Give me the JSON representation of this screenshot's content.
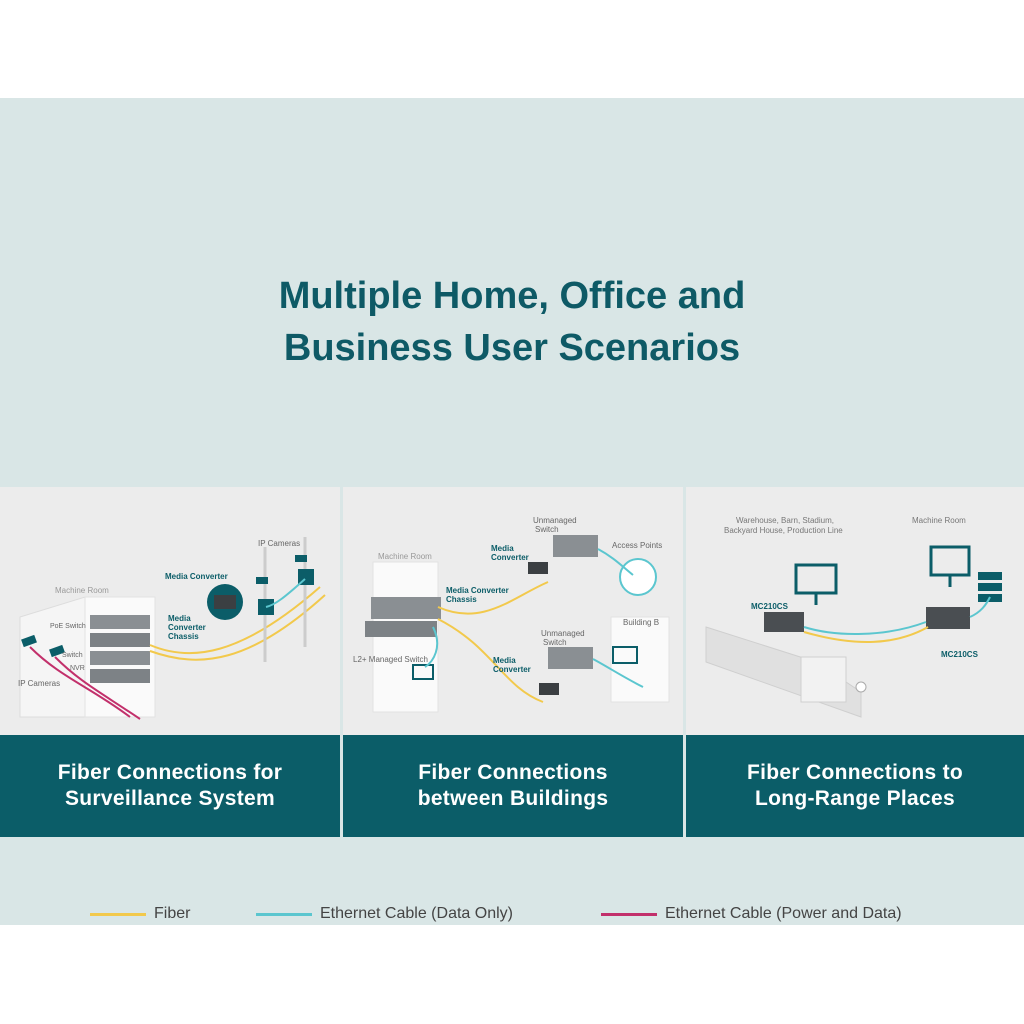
{
  "headline": {
    "line1": "Multiple Home, Office and",
    "line2": "Business User Scenarios"
  },
  "panels": [
    {
      "caption": [
        "Fiber Connections for",
        "Surveillance System"
      ],
      "labels": {
        "machine_room": "Machine Room",
        "poe_switch": "PoE Switch",
        "switch": "Switch",
        "nvr": "NVR",
        "ip_cameras_left": "IP Cameras",
        "ip_cameras_right": "IP Cameras",
        "media_converter": "Media Converter",
        "chassis_line1": "Media",
        "chassis_line2": "Converter",
        "chassis_line3": "Chassis"
      }
    },
    {
      "caption": [
        "Fiber Connections",
        "between Buildings"
      ],
      "labels": {
        "machine_room": "Machine Room",
        "chassis_line1": "Media Converter",
        "chassis_line2": "Chassis",
        "l2_switch": "L2+ Managed Switch",
        "unmanaged_top_1": "Unmanaged",
        "unmanaged_top_2": "Switch",
        "media_top_1": "Media",
        "media_top_2": "Converter",
        "access_points": "Access Points",
        "unmanaged_bottom_1": "Unmanaged",
        "unmanaged_bottom_2": "Switch",
        "media_bottom_1": "Media",
        "media_bottom_2": "Converter",
        "building_b": "Building B"
      }
    },
    {
      "caption": [
        "Fiber Connections to",
        "Long-Range Places"
      ],
      "labels": {
        "warehouse_1": "Warehouse, Barn, Stadium,",
        "warehouse_2": "Backyard House, Production Line",
        "machine_room": "Machine Room",
        "mc_left": "MC210CS",
        "mc_right": "MC210CS"
      }
    }
  ],
  "legend": [
    {
      "label": "Fiber",
      "color": "#f2c94c"
    },
    {
      "label": "Ethernet Cable (Data Only)",
      "color": "#5bc6cf"
    },
    {
      "label": "Ethernet Cable (Power and Data)",
      "color": "#c2306b"
    }
  ],
  "colors": {
    "banner_bg": "#d9e6e6",
    "headline": "#0e5a66",
    "caption_bg": "#0b5d68",
    "fiber": "#f2c94c",
    "ethernet_data": "#5bc6cf",
    "ethernet_power": "#c2306b"
  }
}
